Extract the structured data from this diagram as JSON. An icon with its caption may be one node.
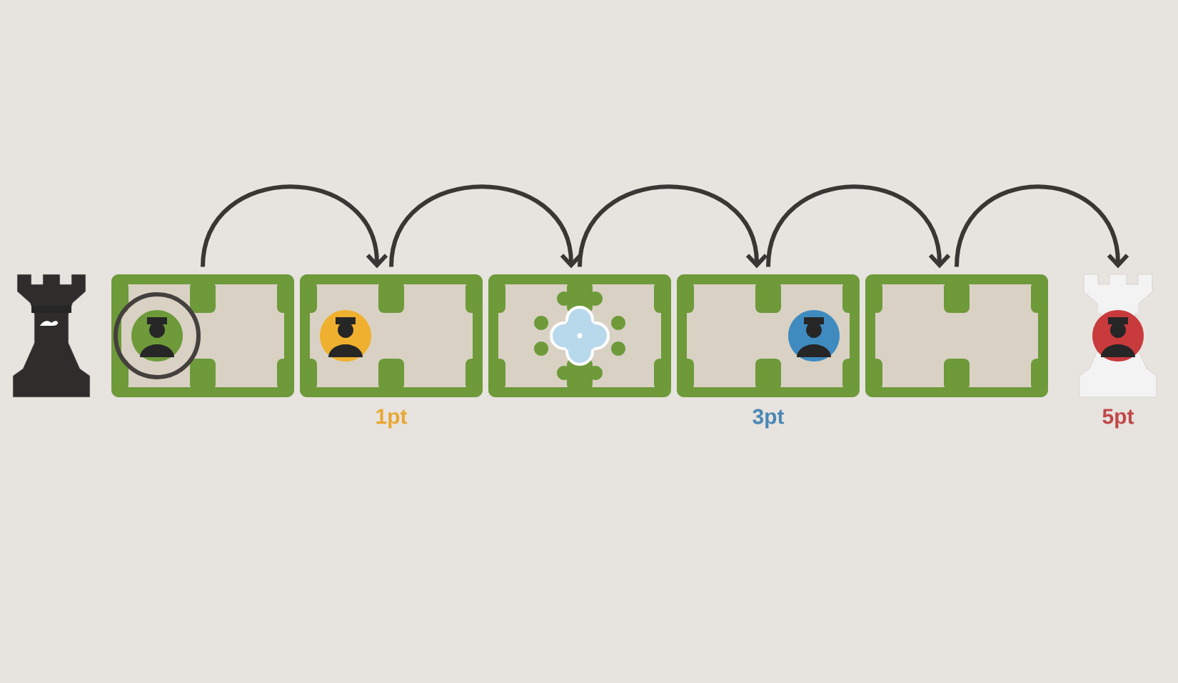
{
  "diagram": {
    "nodes": [
      {
        "text": [],
        "shape": "picture"
      },
      {
        "text": [],
        "shape": "box"
      },
      {
        "text": [],
        "shape": "box",
        "beside": [
          "1pt"
        ]
      },
      {
        "text": [],
        "shape": "box"
      },
      {
        "text": [],
        "shape": "box",
        "beside": [
          "3pt"
        ]
      },
      {
        "text": [],
        "shape": "box"
      },
      {
        "text": [],
        "shape": "picture",
        "beside": [
          "5pt"
        ]
      }
    ],
    "edges": [
      {
        "from": 1,
        "to": 2,
        "arrow": "to"
      },
      {
        "from": 2,
        "to": 3,
        "arrow": "to"
      },
      {
        "from": 3,
        "to": 4,
        "arrow": "to"
      },
      {
        "from": 4,
        "to": 5,
        "arrow": "to"
      },
      {
        "from": 5,
        "to": 6,
        "arrow": "to"
      }
    ]
  }
}
